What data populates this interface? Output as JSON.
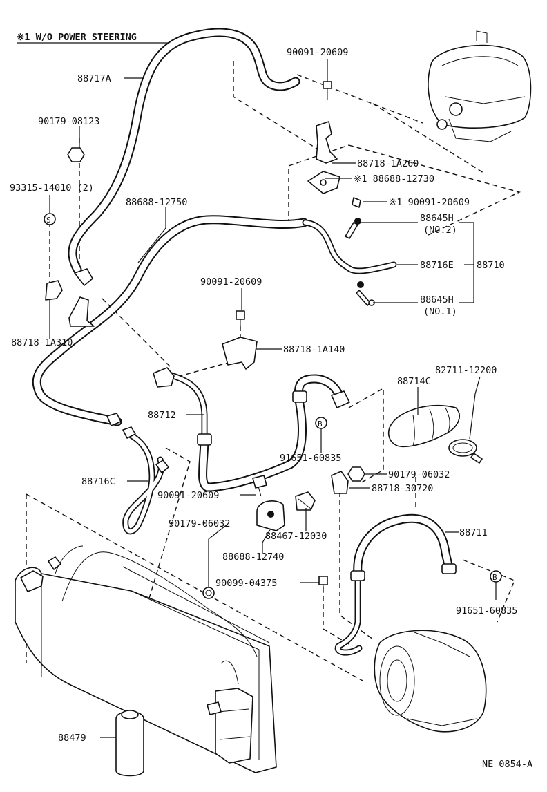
{
  "title": "※1 W/O POWER STEERING",
  "diagram_code": "NE 0854-A",
  "circle_marker_s": "S",
  "circle_marker_b": "B",
  "labels": {
    "p88717a": "88717A",
    "p90179_08123": "90179-08123",
    "p93315": "93315-14010 (2)",
    "p88688_12750": "88688-12750",
    "p90091_20609_top": "90091-20609",
    "p88718_1a260": "88718-1A260",
    "p88688_12730": "※1 88688-12730",
    "p90091_20609_r": "※1 90091-20609",
    "p88645h_2": "88645H",
    "p88645h_2_note": "(NO.2)",
    "p88716e": "88716E",
    "p88710": "88710",
    "p88645h_1": "88645H",
    "p88645h_1_note": "(NO.1)",
    "p90091_20609_mid": "90091-20609",
    "p88718_1a140": "88718-1A140",
    "p88718_1a310": "88718-1A310",
    "p82711_12200": "82711-12200",
    "p88714c": "88714C",
    "p88712": "88712",
    "p91651_60835_a": "91651-60835",
    "p90179_06032_r": "90179-06032",
    "p88716c": "88716C",
    "p90091_20609_low": "90091-20609",
    "p88718_30720": "88718-30720",
    "p90179_06032_l": "90179-06032",
    "p88467_12030": "88467-12030",
    "p88711": "88711",
    "p88688_12740": "88688-12740",
    "p90099_04375": "90099-04375",
    "p91651_60835_b": "91651-60835",
    "p88479": "88479"
  }
}
